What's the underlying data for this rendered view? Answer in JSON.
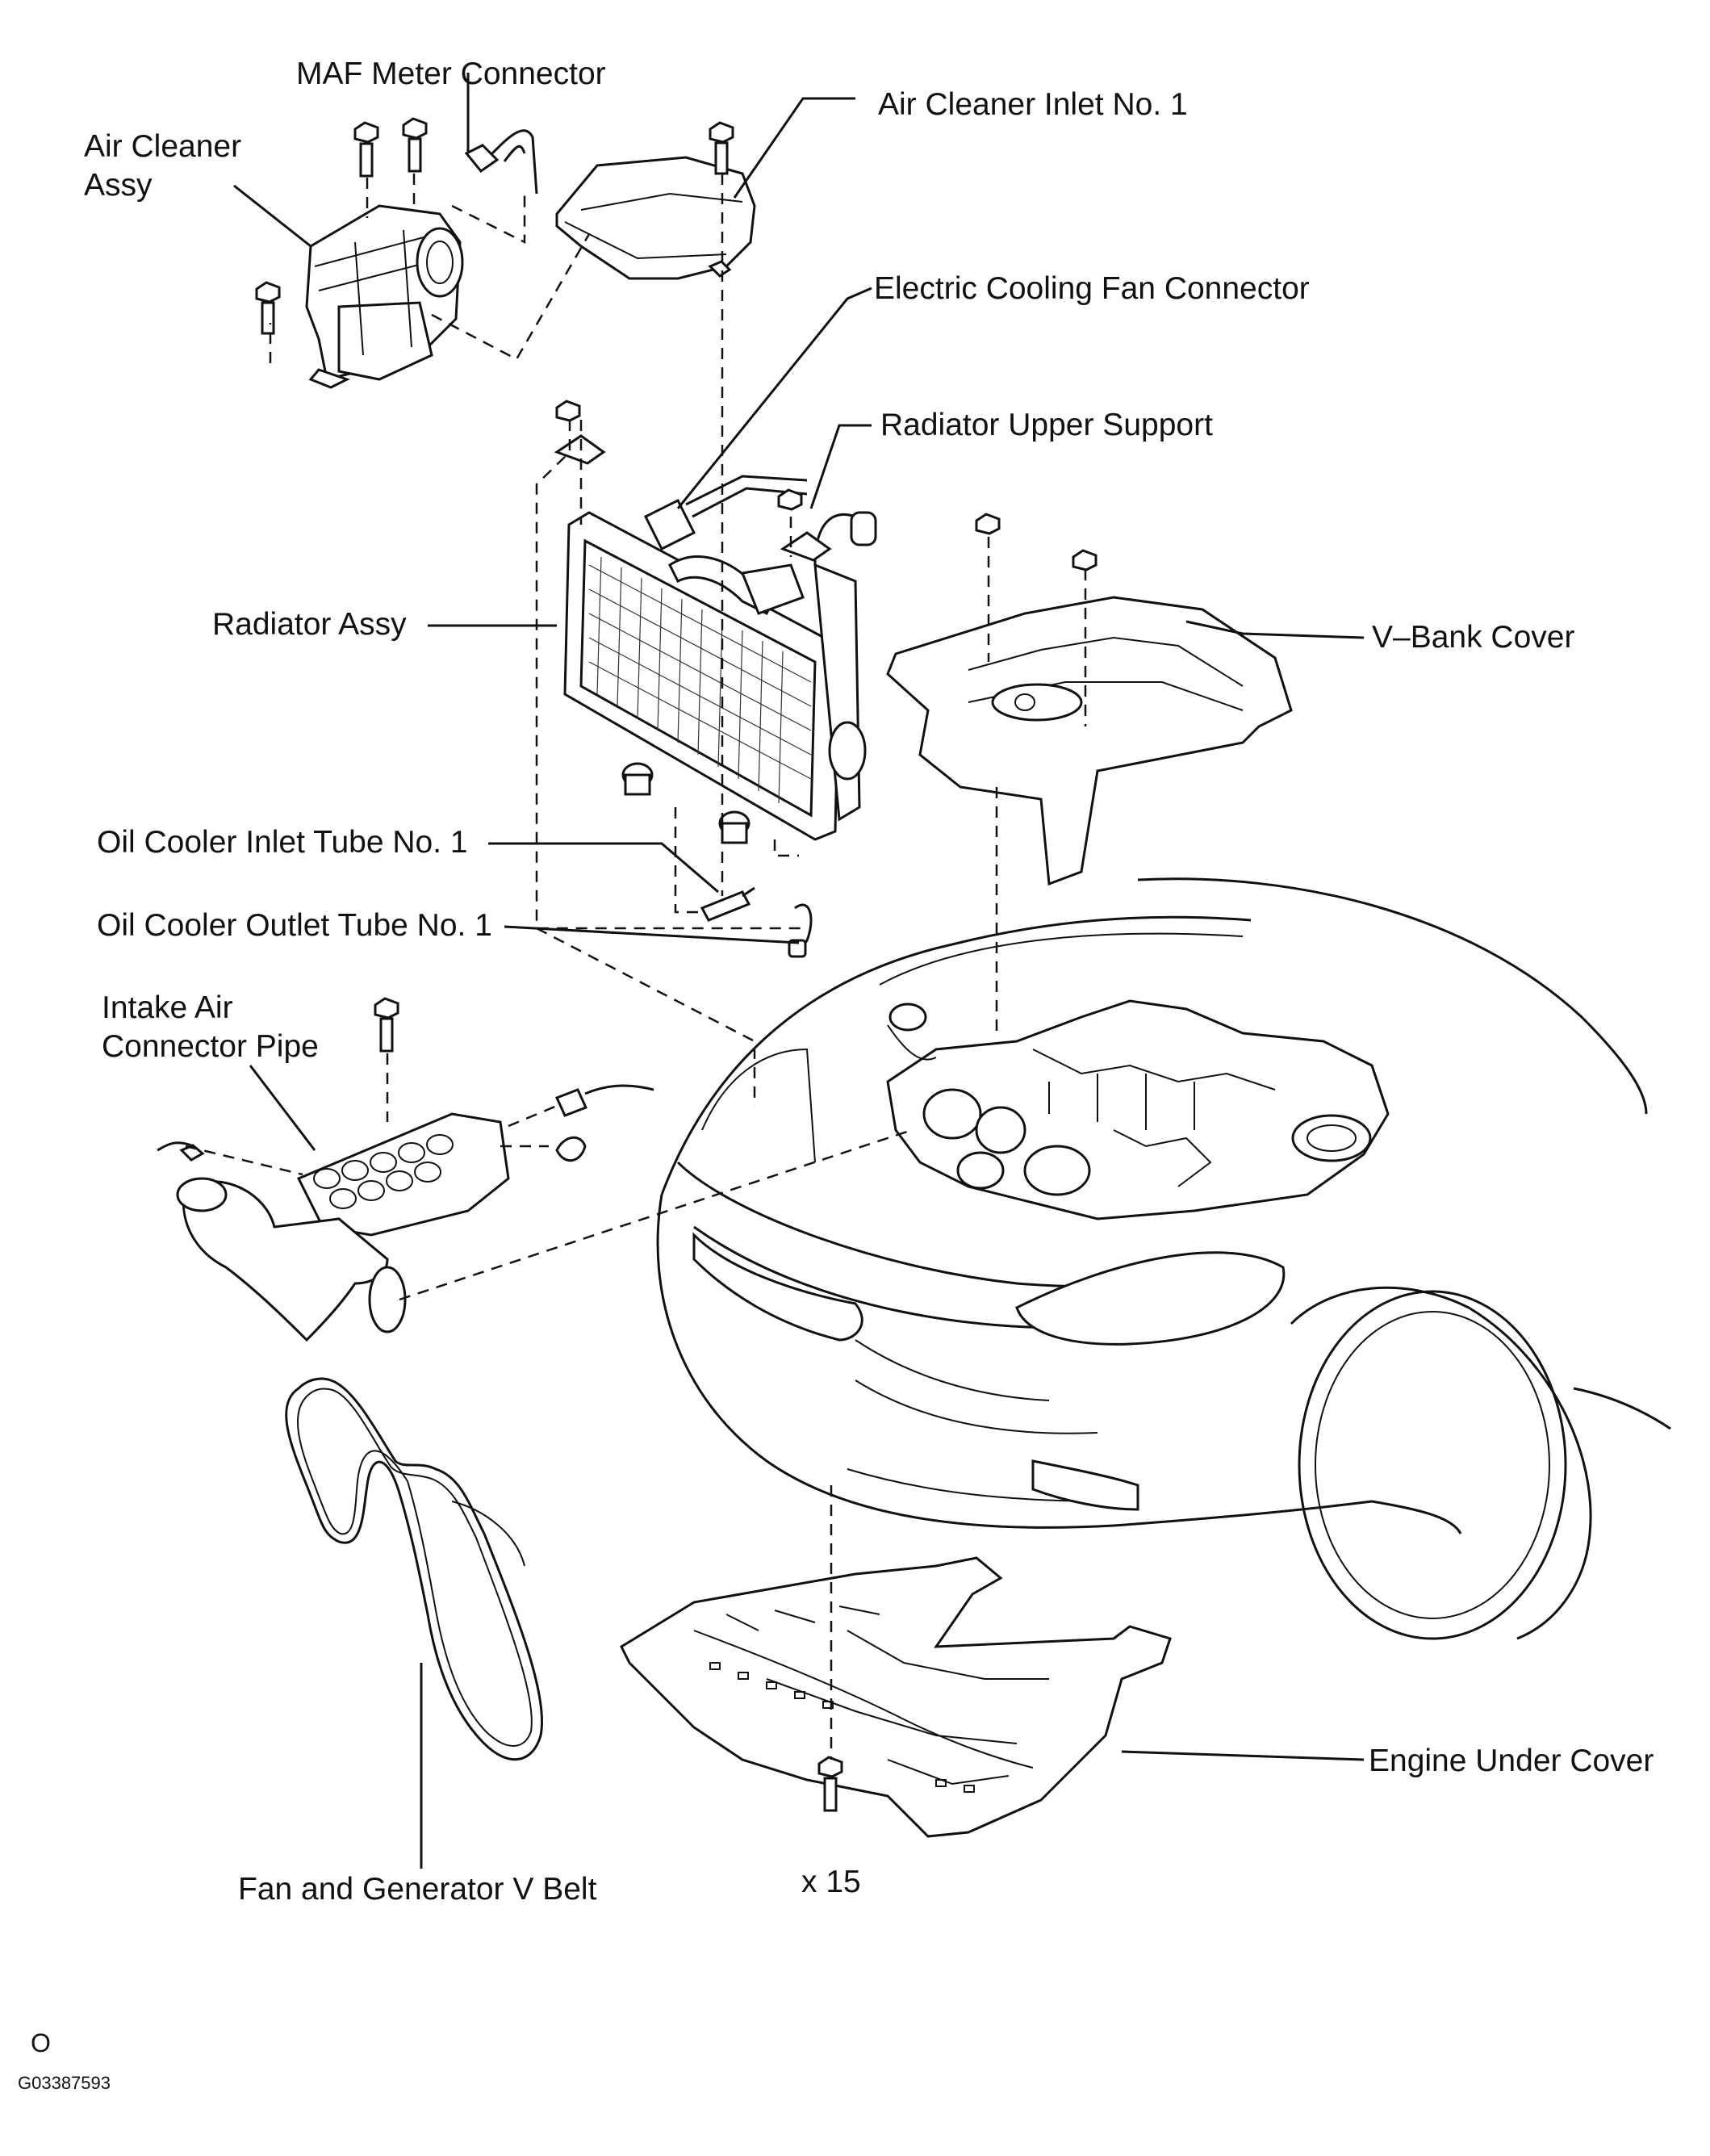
{
  "labels": {
    "maf_meter_connector": "MAF Meter Connector",
    "air_cleaner_assy_line1": "Air Cleaner",
    "air_cleaner_assy_line2": "Assy",
    "air_cleaner_inlet": "Air Cleaner Inlet No. 1",
    "electric_cooling_fan_connector": "Electric Cooling Fan Connector",
    "radiator_upper_support": "Radiator Upper Support",
    "radiator_assy": "Radiator Assy",
    "v_bank_cover": "V–Bank Cover",
    "oil_cooler_inlet_tube": "Oil Cooler Inlet Tube No. 1",
    "oil_cooler_outlet_tube": "Oil Cooler Outlet Tube No. 1",
    "intake_air_connector_pipe_line1": "Intake Air",
    "intake_air_connector_pipe_line2": "Connector Pipe",
    "engine_under_cover": "Engine Under Cover",
    "fan_generator_v_belt": "Fan and Generator V Belt",
    "bolt_count": "x 15"
  },
  "footer": {
    "marker": "O",
    "figure_id": "G03387593"
  }
}
